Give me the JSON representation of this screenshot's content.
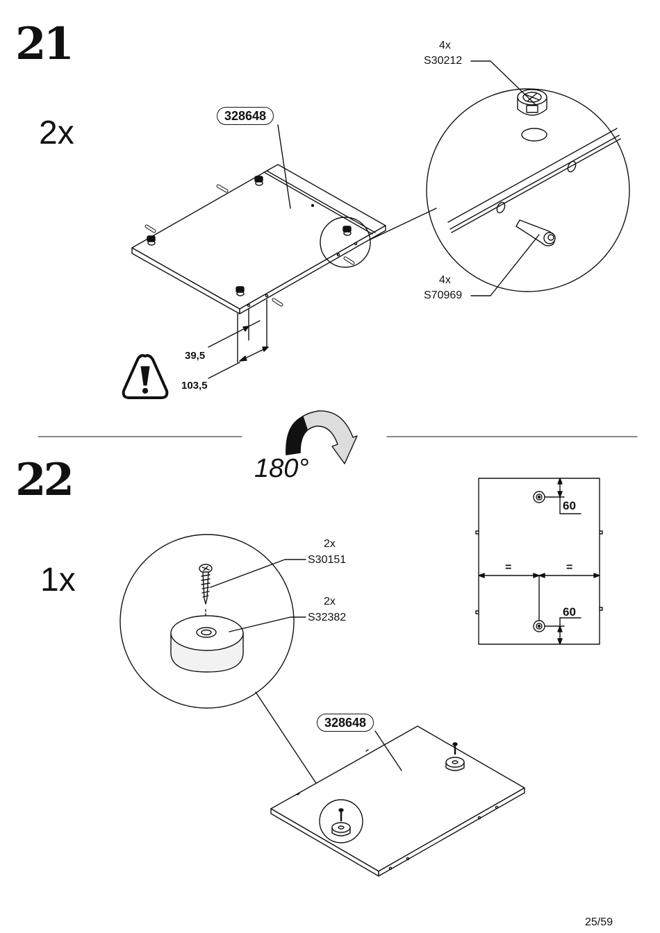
{
  "step21": {
    "number": "21",
    "quantity": "2x",
    "part_code": "328648",
    "cam_lock": {
      "qty": "4x",
      "code": "S30212"
    },
    "dowel": {
      "qty": "4x",
      "code": "S70969"
    },
    "dimensions": [
      "39,5",
      "103,5"
    ],
    "warning_icon": "warning-triangle-icon"
  },
  "rotation": {
    "label": "180°",
    "icon": "rotate-arrow-icon"
  },
  "step22": {
    "number": "22",
    "quantity": "1x",
    "part_code": "328648",
    "screw": {
      "qty": "2x",
      "code": "S30151"
    },
    "foot": {
      "qty": "2x",
      "code": "S32382"
    },
    "dimensions": {
      "top": "60",
      "bottom": "60",
      "equal_left": "=",
      "equal_right": "="
    }
  },
  "page": {
    "number": "25/59"
  }
}
